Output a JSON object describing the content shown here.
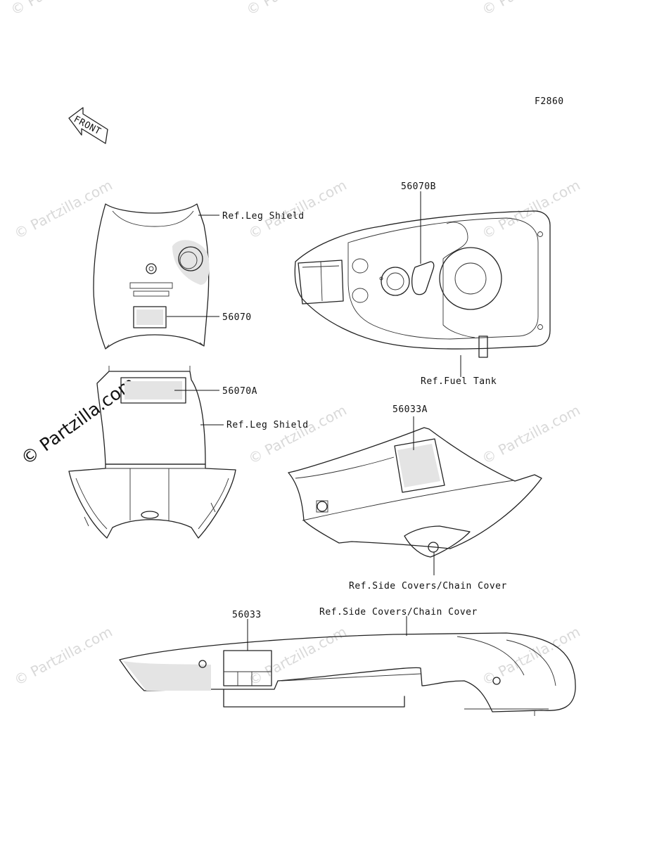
{
  "diagram": {
    "figure_code": "F2860",
    "front_arrow_text": "FRONT",
    "watermark": "© Partzilla.com",
    "callouts": {
      "c56070B": "56070B",
      "cRefLegShieldTop": "Ref.Leg Shield",
      "c56070": "56070",
      "c56070A": "56070A",
      "cRefLegShieldMid": "Ref.Leg Shield",
      "cRefFuelTank": "Ref.Fuel Tank",
      "c56033A": "56033A",
      "cRefSideCovers1": "Ref.Side Covers/Chain Cover",
      "c56033": "56033",
      "cRefSideCovers2": "Ref.Side Covers/Chain Cover"
    }
  }
}
